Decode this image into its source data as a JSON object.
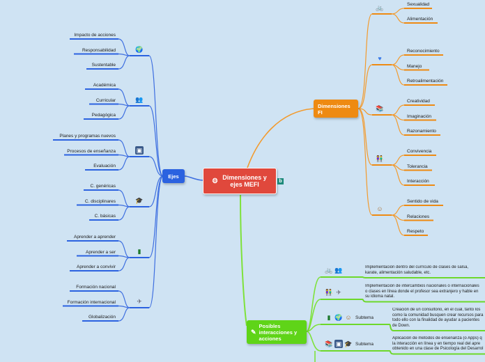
{
  "root": {
    "label": "Dimensiones y ejes MEFI"
  },
  "ejes": {
    "label": "Ejes",
    "groups": [
      {
        "icon": "globe-icon",
        "items": [
          "Impacto de acciones",
          "Responsabilidad",
          "Sustentable"
        ]
      },
      {
        "icon": "people-icon",
        "items": [
          "Académica",
          "Curricular",
          "Pedagógica"
        ]
      },
      {
        "icon": "classroom-icon",
        "items": [
          "Planes y programas nuevos",
          "Procesos de enseñanza",
          "Evaluación"
        ]
      },
      {
        "icon": "graduation-cap-icon",
        "items": [
          "C. genéricas",
          "C. disciplinares",
          "C. básicas"
        ]
      },
      {
        "icon": "book-icon",
        "items": [
          "Aprender a aprender",
          "Aprender a ser",
          "Aprender a convivir"
        ]
      },
      {
        "icon": "airplane-icon",
        "items": [
          "Formación nacional",
          "Formación internacional",
          "Globalización"
        ]
      }
    ]
  },
  "dimensiones": {
    "label": "Dimensiones FI",
    "groups": [
      {
        "icon": "cyclist-icon",
        "items": [
          "Sexualidad",
          "Alimentación"
        ]
      },
      {
        "icon": "heart-icon",
        "items": [
          "Reconocimiento",
          "Manejo",
          "Retroalimentación"
        ]
      },
      {
        "icon": "books-icon",
        "items": [
          "Creatividad",
          "Imaginación",
          "Razonamiento"
        ]
      },
      {
        "icon": "couple-icon",
        "items": [
          "Convivencia",
          "Tolerancia",
          "Interacción"
        ]
      },
      {
        "icon": "person-icon",
        "items": [
          "Sentido de vida",
          "Relaciones",
          "Respeto"
        ]
      }
    ]
  },
  "interacciones": {
    "label": "Posibles interacciones y acciones",
    "rows": [
      {
        "subtema": "",
        "text": [
          "Implementación dentro del currículo de clases de salsa,",
          "karate, alimentación saludable, etc."
        ]
      },
      {
        "subtema": "",
        "text": [
          "Implementación de intercambios nacionales o internacionales",
          "o clases en línea donde el profesor sea extranjero y hable en",
          "su idioma natal."
        ]
      },
      {
        "subtema": "Subtema",
        "text": [
          "Creación de un consultorio, en el cual, tanto los",
          "como la comunidad busquen crear recursos para",
          "todo ello con la finalidad de ayudar a pacientes",
          "de Down."
        ]
      },
      {
        "subtema": "Subtema",
        "text": [
          "Aplicación de métodos de enseñanza (o Apps) q",
          "la interacción en línea y en tiempo real del apre",
          "obtenido en una clase de Psicología del Desarrol"
        ]
      }
    ]
  },
  "colors": {
    "background": "#cfe3f3",
    "root": "#e0483c",
    "ejes": "#2b62e0",
    "dimensiones": "#ee8a12",
    "interacciones": "#5fd418"
  }
}
